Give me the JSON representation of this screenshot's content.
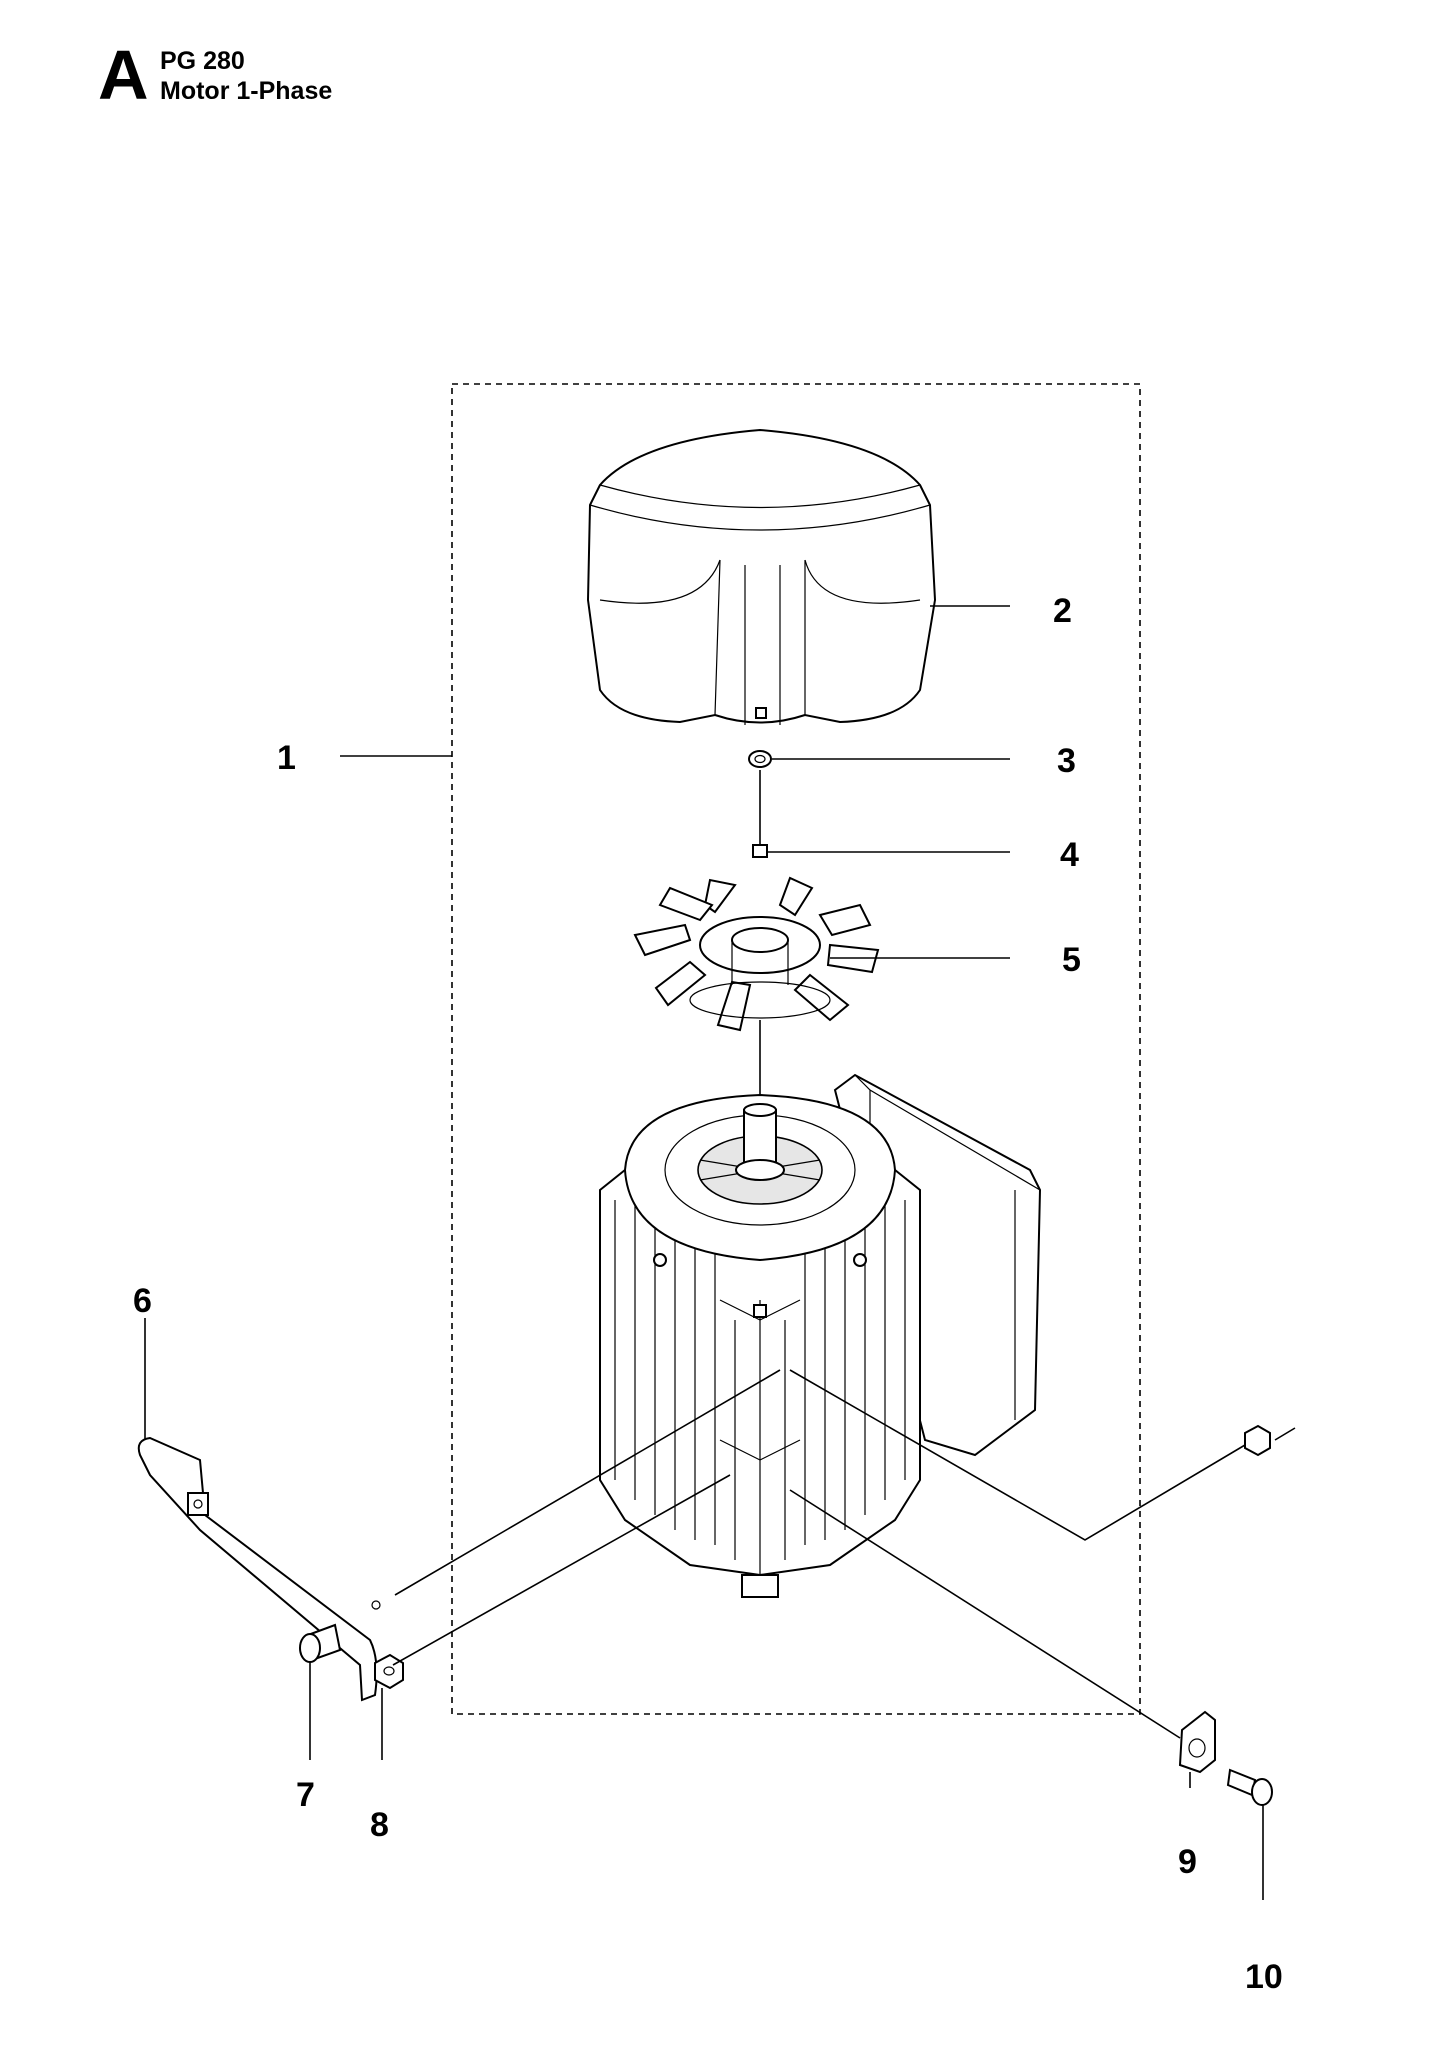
{
  "header": {
    "section_letter": "A",
    "model": "PG 280",
    "assembly": "Motor 1-Phase"
  },
  "callouts": [
    {
      "id": "1",
      "label": "1"
    },
    {
      "id": "2",
      "label": "2"
    },
    {
      "id": "3",
      "label": "3"
    },
    {
      "id": "4",
      "label": "4"
    },
    {
      "id": "5",
      "label": "5"
    },
    {
      "id": "6",
      "label": "6"
    },
    {
      "id": "7",
      "label": "7"
    },
    {
      "id": "8",
      "label": "8"
    },
    {
      "id": "9",
      "label": "9"
    },
    {
      "id": "10",
      "label": "10"
    }
  ]
}
